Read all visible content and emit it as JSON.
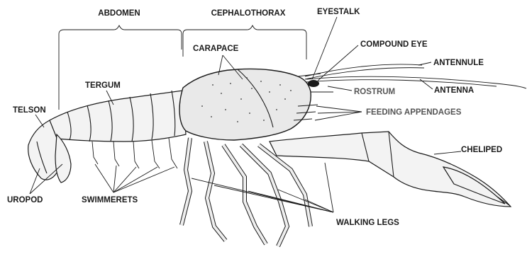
{
  "diagram": {
    "labels": {
      "abdomen": "ABDOMEN",
      "cephalothorax": "CEPHALOTHORAX",
      "eyestalk": "EYESTALK",
      "compound_eye": "COMPOUND EYE",
      "carapace": "CARAPACE",
      "antennule": "ANTENNULE",
      "antenna": "ANTENNA",
      "rostrum": "ROSTRUM",
      "tergum": "TERGUM",
      "telson": "TELSON",
      "feeding_appendages": "FEEDING APPENDAGES",
      "cheliped": "CHELIPED",
      "uropod": "UROPOD",
      "swimmerets": "SWIMMERETS",
      "walking_legs": "WALKING LEGS"
    }
  }
}
